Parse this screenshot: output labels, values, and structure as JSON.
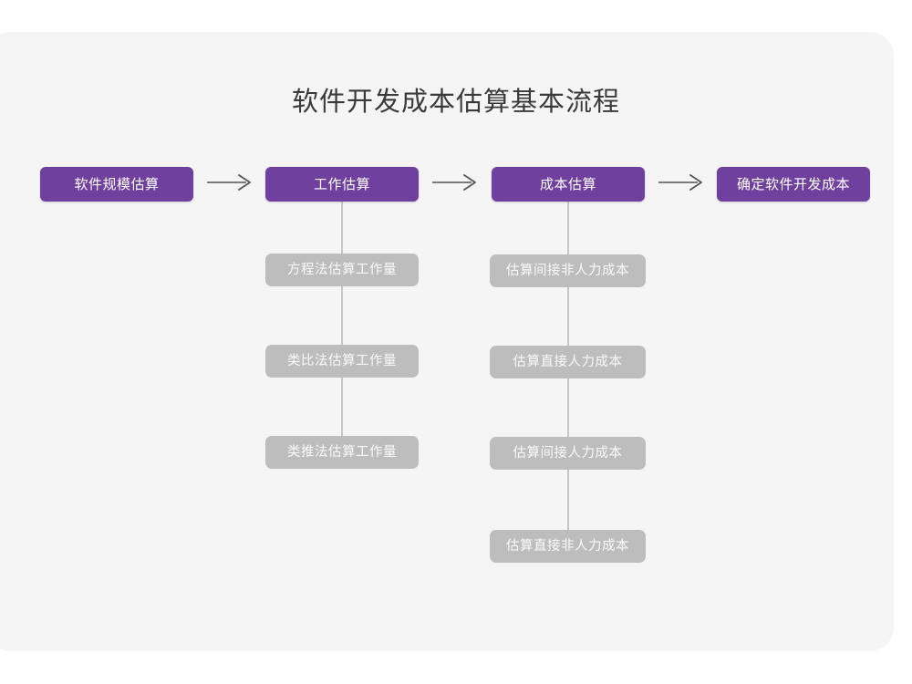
{
  "page": {
    "title": "软件开发成本估算基本流程",
    "background_color": "#ffffff",
    "card_color": "#f5f5f5",
    "accent_color": "#70409e",
    "sub_node_color": "#bdbdbd",
    "connector_color": "#c6c6c6",
    "title_color": "#3a3a3a"
  },
  "diagram": {
    "type": "flowchart",
    "main_flow": [
      {
        "id": "step-1",
        "label": "软件规模估算"
      },
      {
        "id": "step-2",
        "label": "工作估算"
      },
      {
        "id": "step-3",
        "label": "成本估算"
      },
      {
        "id": "step-4",
        "label": "确定软件开发成本"
      }
    ],
    "arrows": [
      {
        "id": "arrow-1",
        "glyph": "arrow-right-icon",
        "from": "step-1",
        "to": "step-2"
      },
      {
        "id": "arrow-2",
        "glyph": "arrow-right-icon",
        "from": "step-2",
        "to": "step-3"
      },
      {
        "id": "arrow-3",
        "glyph": "arrow-right-icon",
        "from": "step-3",
        "to": "step-4"
      }
    ],
    "branches": [
      {
        "id": "branch-work-estimation",
        "parent": "step-2",
        "items": [
          {
            "id": "work-1",
            "label": "方程法估算工作量"
          },
          {
            "id": "work-2",
            "label": "类比法估算工作量"
          },
          {
            "id": "work-3",
            "label": "类推法估算工作量"
          }
        ]
      },
      {
        "id": "branch-cost-estimation",
        "parent": "step-3",
        "items": [
          {
            "id": "cost-1",
            "label": "估算间接非人力成本"
          },
          {
            "id": "cost-2",
            "label": "估算直接人力成本"
          },
          {
            "id": "cost-3",
            "label": "估算间接人力成本"
          },
          {
            "id": "cost-4",
            "label": "估算直接非人力成本"
          }
        ]
      }
    ]
  }
}
